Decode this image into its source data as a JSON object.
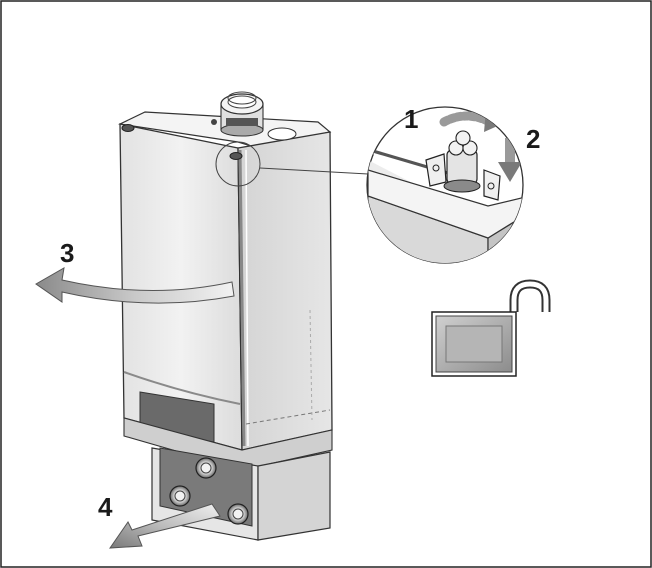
{
  "steps": {
    "step1": "1",
    "step2": "2",
    "step3": "3",
    "step4": "4"
  },
  "colors": {
    "border": "#222222",
    "boiler_light": "#ececec",
    "boiler_mid": "#d6d6d6",
    "boiler_dark": "#b9b9b9",
    "arrow_light": "#d8d8d8",
    "arrow_dark": "#7a7a7a",
    "panel_dark": "#6e6e6e",
    "lock_body": "#9a9a9a"
  },
  "icons": [
    "unlocked-padlock-icon",
    "rotate-arrow-icon",
    "down-arrow-icon",
    "swing-open-arrow-icon",
    "pull-out-arrow-icon"
  ]
}
